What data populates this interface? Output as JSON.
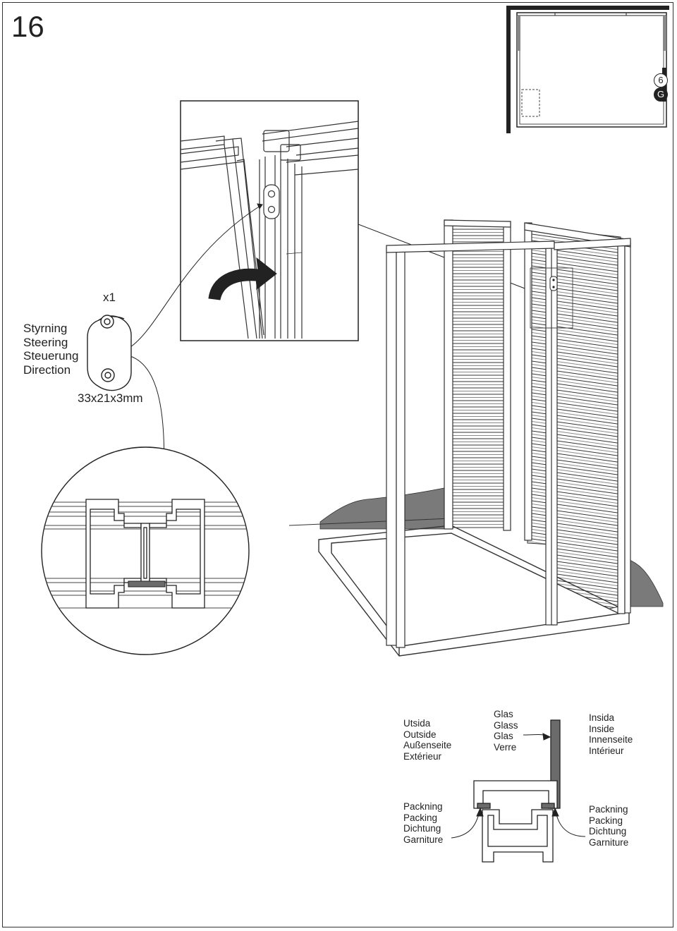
{
  "step_number": "16",
  "plan_badge": {
    "number": "6",
    "letter": "G"
  },
  "part": {
    "quantity": "x1",
    "name_lines": [
      "Styrning",
      "Steering",
      "Steuerung",
      "Direction"
    ],
    "dimensions": "33x21x3mm"
  },
  "section_labels": {
    "outside": [
      "Utsida",
      "Outside",
      "Außenseite",
      "Extérieur"
    ],
    "glass": [
      "Glas",
      "Glass",
      "Glas",
      "Verre"
    ],
    "inside": [
      "Insida",
      "Inside",
      "Innenseite",
      "Intérieur"
    ],
    "packing_left": [
      "Packning",
      "Packing",
      "Dichtung",
      "Garniture"
    ],
    "packing_right": [
      "Packning",
      "Packing",
      "Dichtung",
      "Garniture"
    ]
  },
  "colors": {
    "line": "#222222",
    "gray_fill": "#6b6b6b",
    "ground_fill": "#7a7a7a"
  }
}
